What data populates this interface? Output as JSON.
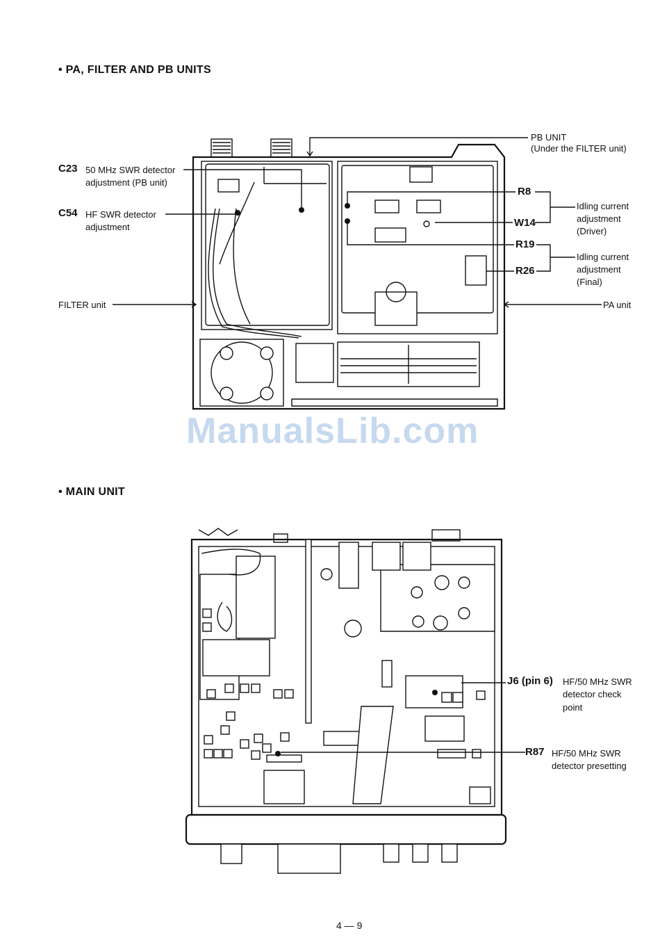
{
  "sections": {
    "pa_filter_pb": {
      "title": "• PA, FILTER AND PB UNITS"
    },
    "main_unit": {
      "title": "• MAIN UNIT"
    }
  },
  "pa_labels": {
    "pb_unit": "PB UNIT",
    "pb_unit_note": "(Under the FILTER unit)",
    "c23_ref": "C23",
    "c23_desc_1": "50 MHz SWR detector",
    "c23_desc_2": "adjustment (PB unit)",
    "c54_ref": "C54",
    "c54_desc_1": "HF SWR detector",
    "c54_desc_2": "adjustment",
    "filter_unit": "FILTER unit",
    "pa_unit": "PA unit",
    "r8": "R8",
    "w14": "W14",
    "r19": "R19",
    "r26": "R26",
    "idling_driver_1": "Idling current",
    "idling_driver_2": "adjustment",
    "idling_driver_3": "(Driver)",
    "idling_final_1": "Idling current",
    "idling_final_2": "adjustment",
    "idling_final_3": "(Final)"
  },
  "main_labels": {
    "j6_ref": "J6 (pin 6)",
    "j6_desc_1": "HF/50 MHz SWR",
    "j6_desc_2": "detector check",
    "j6_desc_3": "point",
    "r87_ref": "R87",
    "r87_desc_1": "HF/50 MHz SWR",
    "r87_desc_2": "detector presetting"
  },
  "watermark": "ManualsLib.com",
  "page_number": "4 — 9"
}
